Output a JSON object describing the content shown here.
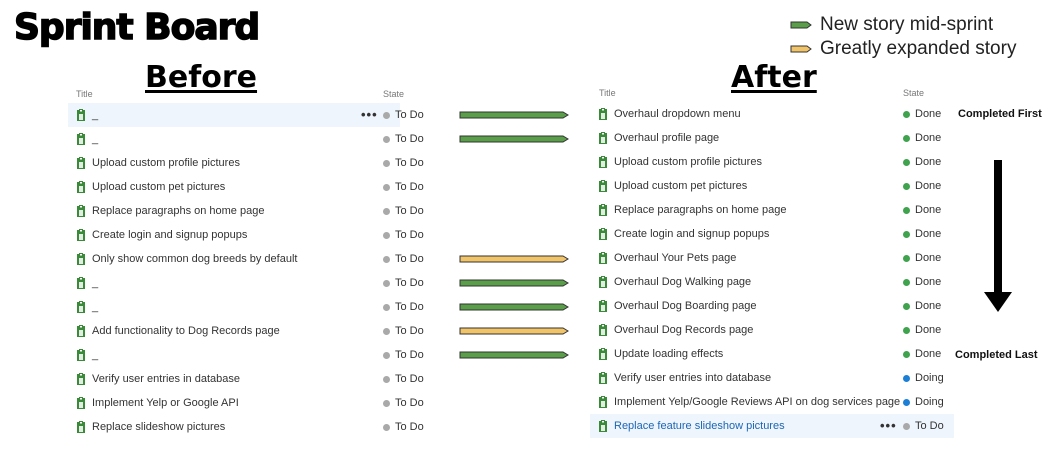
{
  "title": "Sprint Board",
  "legend": {
    "items": [
      {
        "label": "New story mid-sprint",
        "color": "#5a9e4a"
      },
      {
        "label": "Greatly expanded story",
        "color": "#f2c46a"
      }
    ]
  },
  "before": {
    "heading": "Before",
    "columns": {
      "title": "Title",
      "state": "State"
    },
    "rows": [
      {
        "title": "_",
        "state": "To Do"
      },
      {
        "title": "_",
        "state": "To Do"
      },
      {
        "title": "Upload custom profile pictures",
        "state": "To Do"
      },
      {
        "title": "Upload custom pet pictures",
        "state": "To Do"
      },
      {
        "title": "Replace paragraphs on home page",
        "state": "To Do"
      },
      {
        "title": "Create login and signup popups",
        "state": "To Do"
      },
      {
        "title": "Only show common dog breeds by default",
        "state": "To Do"
      },
      {
        "title": "_",
        "state": "To Do"
      },
      {
        "title": "_",
        "state": "To Do"
      },
      {
        "title": "Add functionality to Dog Records page",
        "state": "To Do"
      },
      {
        "title": "_",
        "state": "To Do"
      },
      {
        "title": "Verify user entries in database",
        "state": "To Do"
      },
      {
        "title": "Implement Yelp or Google API",
        "state": "To Do"
      },
      {
        "title": "Replace slideshow pictures",
        "state": "To Do"
      }
    ],
    "more_label": "•••"
  },
  "after": {
    "heading": "After",
    "columns": {
      "title": "Title",
      "state": "State"
    },
    "rows": [
      {
        "title": "Overhaul dropdown menu",
        "state": "Done"
      },
      {
        "title": "Overhaul profile page",
        "state": "Done"
      },
      {
        "title": "Upload custom profile pictures",
        "state": "Done"
      },
      {
        "title": "Upload custom pet pictures",
        "state": "Done"
      },
      {
        "title": "Replace paragraphs on home page",
        "state": "Done"
      },
      {
        "title": "Create login and signup popups",
        "state": "Done"
      },
      {
        "title": "Overhaul Your Pets page",
        "state": "Done"
      },
      {
        "title": "Overhaul Dog Walking page",
        "state": "Done"
      },
      {
        "title": "Overhaul Dog Boarding page",
        "state": "Done"
      },
      {
        "title": "Overhaul Dog Records page",
        "state": "Done"
      },
      {
        "title": "Update loading effects",
        "state": "Done"
      },
      {
        "title": "Verify user entries into database",
        "state": "Doing"
      },
      {
        "title": "Implement Yelp/Google Reviews API on dog services page",
        "state": "Doing"
      },
      {
        "title": "Replace feature slideshow pictures",
        "state": "To Do"
      }
    ],
    "more_label": "•••"
  },
  "state_colors": {
    "To Do": "#a9a9a9",
    "Done": "#3fa34d",
    "Doing": "#1c7fd6"
  },
  "arrows": [
    {
      "row": 0,
      "kind": "new"
    },
    {
      "row": 1,
      "kind": "new"
    },
    {
      "row": 6,
      "kind": "expanded"
    },
    {
      "row": 7,
      "kind": "new"
    },
    {
      "row": 8,
      "kind": "new"
    },
    {
      "row": 9,
      "kind": "expanded"
    },
    {
      "row": 10,
      "kind": "new"
    }
  ],
  "annotations": {
    "first": "Completed First",
    "last": "Completed Last"
  }
}
